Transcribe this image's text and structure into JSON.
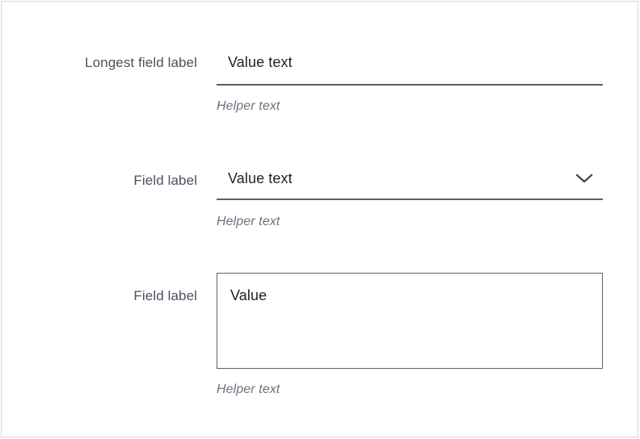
{
  "theme": {
    "frame_border_color": "#d3d7dd",
    "label_color": "#4a5160",
    "value_color": "#1f2124",
    "helper_color": "#6b7280",
    "rule_color": "#5b606b",
    "background": "#ffffff"
  },
  "form": {
    "fields": [
      {
        "type": "text",
        "label": "Longest field label",
        "value": "Value text",
        "helper": "Helper text"
      },
      {
        "type": "select",
        "label": "Field label",
        "value": "Value text",
        "helper": "Helper text",
        "icon": "chevron-down-icon"
      },
      {
        "type": "textarea",
        "label": "Field label",
        "value": "Value",
        "helper": "Helper text"
      }
    ]
  }
}
